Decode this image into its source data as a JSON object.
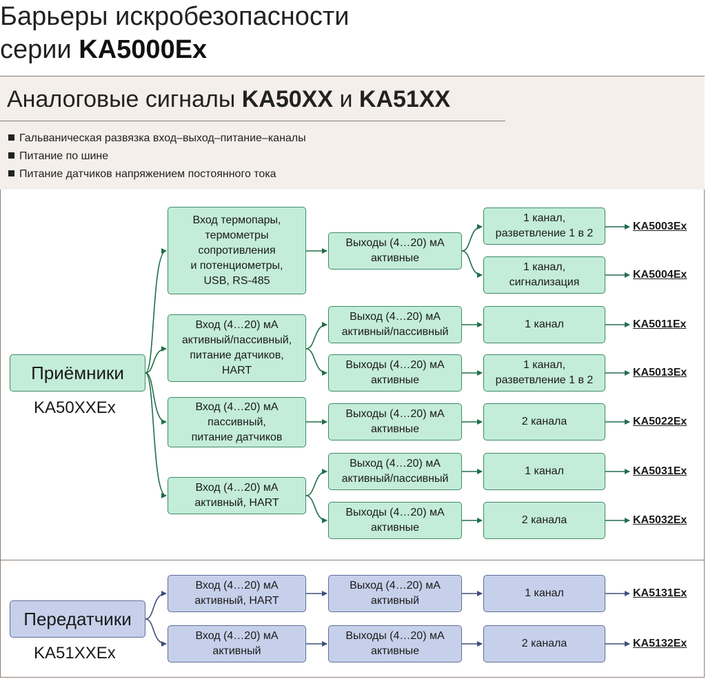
{
  "title": {
    "line1": "Барьеры искробезопасности",
    "line2_prefix": "серии ",
    "line2_bold": "KA5000Ex"
  },
  "section": {
    "title_part1": "Аналоговые сигналы ",
    "title_bold1": "KA50XX",
    "title_part2": " и ",
    "title_bold2": "KA51XX",
    "bullets": [
      "Гальваническая развязка вход–выход–питание–каналы",
      "Питание по шине",
      "Питание датчиков напряжением постоянного тока"
    ]
  },
  "receivers": {
    "label": "Приёмники",
    "series": "KA50XXEx",
    "inputs": [
      "Вход термопары,\nтермометры\nсопротивления\nи потенциометры,\nUSB, RS-485",
      "Вход (4…20) мА\nактивный/пассивный,\nпитание датчиков,\nHART",
      "Вход (4…20) мА\nпассивный,\nпитание датчиков",
      "Вход (4…20) мА\nактивный, HART"
    ],
    "outputs": [
      "Выходы (4…20) мА\nактивные",
      "Выход (4…20) мА\nактивный/пассивный",
      "Выходы (4…20) мА\nактивные",
      "Выходы (4…20) мА\nактивные",
      "Выход (4…20) мА\nактивный/пассивный",
      "Выходы (4…20) мА\nактивные"
    ],
    "channels": [
      "1 канал,\nразветвление 1 в 2",
      "1 канал,\nсигнализация",
      "1 канал",
      "1 канал,\nразветвление 1 в 2",
      "2 канала",
      "1 канал",
      "2 канала"
    ],
    "codes": [
      "KA5003Ex",
      "KA5004Ex",
      "KA5011Ex",
      "KA5013Ex",
      "KA5022Ex",
      "KA5031Ex",
      "KA5032Ex"
    ]
  },
  "transmitters": {
    "label": "Передатчики",
    "series": "KA51XXEx",
    "inputs": [
      "Вход (4…20) мА\nактивный, HART",
      "Вход (4…20) мА\nактивный"
    ],
    "outputs": [
      "Выход (4…20) мА\nактивный",
      "Выходы (4…20) мА\nактивные"
    ],
    "channels": [
      "1 канал",
      "2 канала"
    ],
    "codes": [
      "KA5131Ex",
      "KA5132Ex"
    ]
  },
  "colors": {
    "receiver_fill": "#c3ecd9",
    "receiver_line": "#1f6e4a",
    "transmitter_fill": "#c6d0ea",
    "transmitter_line": "#3f4d7a",
    "frame": "#8c7b73",
    "header_bg": "#f4efea"
  }
}
